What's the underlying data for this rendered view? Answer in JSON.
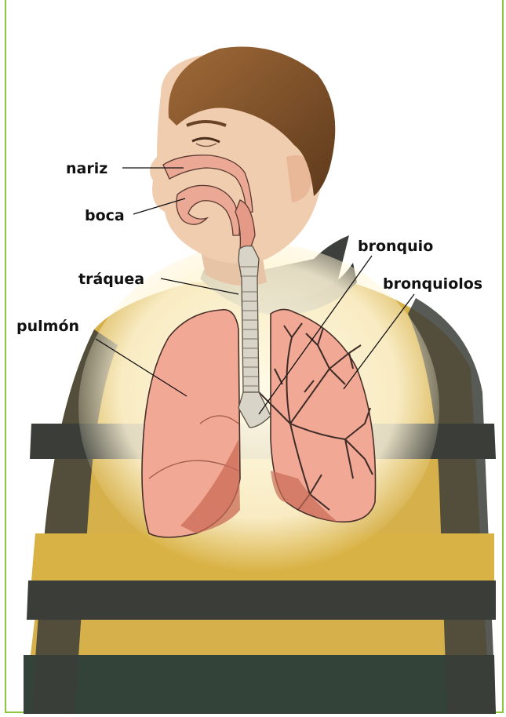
{
  "labels": {
    "nariz": "nariz",
    "boca": "boca",
    "traquea": "tráquea",
    "pulmon": "pulmón",
    "bronquio": "bronquio",
    "bronquiolos": "bronquiolos"
  },
  "colors": {
    "frame_border": "#8cc63f",
    "lung_fill": "#f1a894",
    "lung_dark": "#c96b55",
    "trachea": "#d9d4c8",
    "sweater_yellow": "#d6b04a",
    "sweater_dark": "#3b3d38",
    "skin": "#f1cdb0",
    "hair": "#8a5a2e"
  }
}
